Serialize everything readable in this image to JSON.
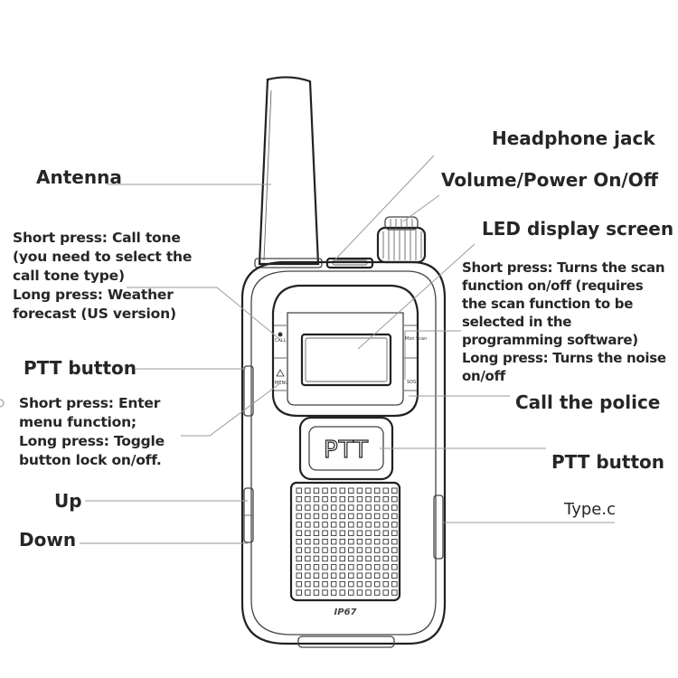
{
  "labels": {
    "headphone_jack": "Headphone jack",
    "antenna": "Antenna",
    "volume_power": "Volume/Power On/Off",
    "led_display": "LED display screen",
    "call_tone": "Short press: Call tone\n(you need to select the\ncall tone type)\nLong press: Weather\nforecast (US version)",
    "scan": "Short press: Turns the scan\nfunction on/off (requires\nthe scan function to be\nselected in the\nprogramming software)\nLong press: Turns the noise\non/off",
    "ptt_left": "PTT button",
    "menu": "Short press: Enter\nmenu function;\nLong press: Toggle\nbutton lock on/off.",
    "call_police": "Call the police",
    "ptt_right": "PTT button",
    "up": "Up",
    "type_c": "Type.c",
    "down": "Down"
  },
  "device": {
    "ptt_key": "PTT",
    "rating": "IP67",
    "call_key": "CALL",
    "mon_scan_key": "Mon\nScan",
    "menu_key": "MENU",
    "sos_key": "SOS"
  }
}
